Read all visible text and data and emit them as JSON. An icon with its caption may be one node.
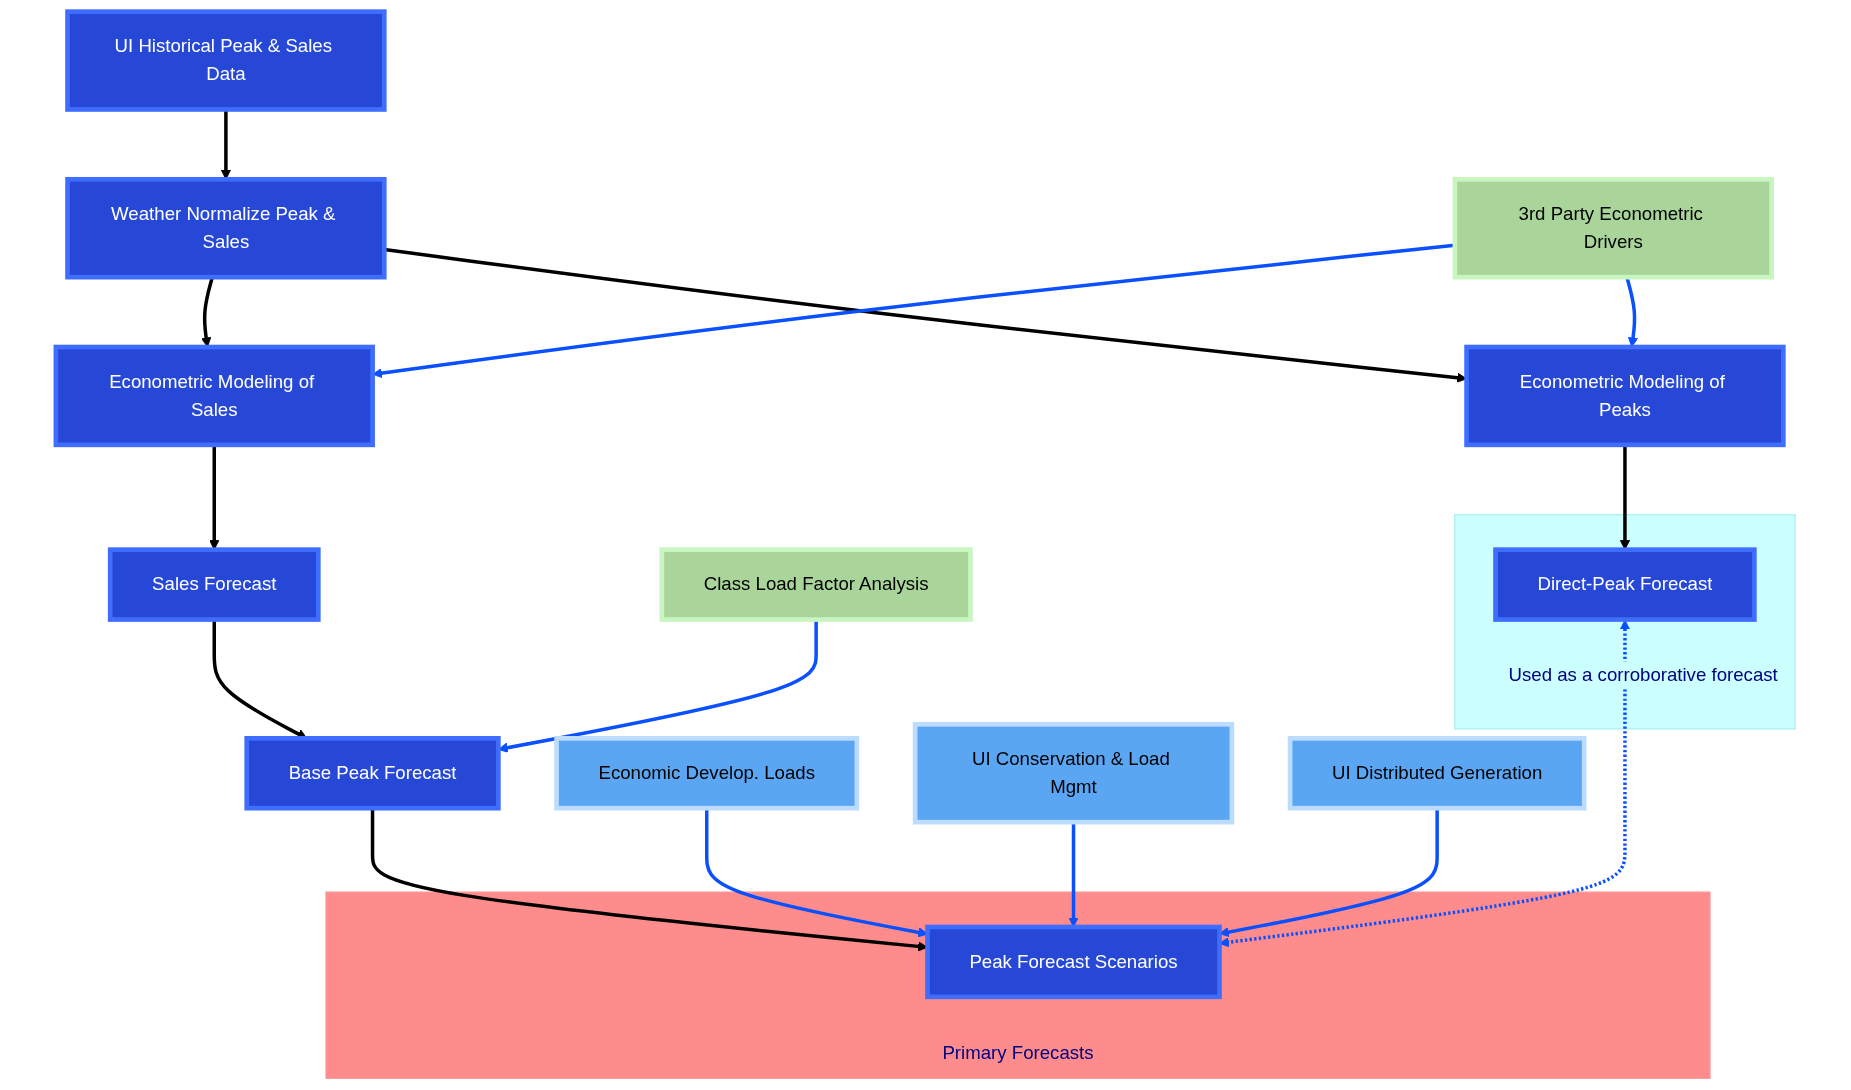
{
  "diagram": {
    "nodes": [
      {
        "text": [
          "UI Historical Peak & Sales Data"
        ]
      },
      {
        "text": [
          "Weather Normalize Peak & Sales"
        ]
      },
      {
        "text": [
          "Econometric Modeling of Sales"
        ]
      },
      {
        "text": [
          "Sales Forecast"
        ]
      },
      {
        "text": [
          "Base Peak Forecast"
        ]
      },
      {
        "text": [
          "Econometric Modeling of Peaks"
        ]
      },
      {
        "text": [
          "3rd Party Econometric Drivers"
        ]
      },
      {
        "text": [
          "Class Load Factor Analysis"
        ]
      },
      {
        "text": [
          "Economic Develop. Loads"
        ]
      },
      {
        "text": [
          "UI Conservation & Load Mgmt"
        ]
      },
      {
        "text": [
          "UI Distributed Generation"
        ]
      },
      {
        "text": [
          "Used as a corroborative forecast"
        ]
      },
      {
        "text": [
          "Direct-Peak Forecast"
        ],
        "in": 11
      },
      {
        "text": [
          "Primary Forecasts"
        ]
      },
      {
        "text": [
          "Peak Forecast Scenarios"
        ],
        "in": 13
      }
    ],
    "edges": [
      {
        "from": 0,
        "to": 1,
        "arrow": "to"
      },
      {
        "from": 1,
        "to": 2,
        "arrow": "to"
      },
      {
        "from": 2,
        "to": 3,
        "arrow": "to"
      },
      {
        "from": 3,
        "to": 4,
        "arrow": "to"
      },
      {
        "from": 1,
        "to": 5,
        "arrow": "to"
      },
      {
        "from": 6,
        "to": 2,
        "arrow": "to",
        "color": "#0a50ff"
      },
      {
        "from": 6,
        "to": 5,
        "arrow": "to",
        "color": "#0a50ff"
      },
      {
        "from": 7,
        "to": 4,
        "arrow": "to",
        "color": "#0a50ff"
      },
      {
        "from": 4,
        "to": 14,
        "arrow": "to"
      },
      {
        "from": 8,
        "to": 14,
        "arrow": "to",
        "color": "#0a50ff"
      },
      {
        "from": 9,
        "to": 14,
        "arrow": "to",
        "color": "#0a50ff"
      },
      {
        "from": 10,
        "to": 14,
        "arrow": "to",
        "color": "#0a50ff"
      },
      {
        "from": 5,
        "to": 12,
        "arrow": "to"
      },
      {
        "from": 12,
        "to": 14,
        "arrow": "both",
        "style": "dashed",
        "color": "#0a50ff"
      }
    ]
  }
}
